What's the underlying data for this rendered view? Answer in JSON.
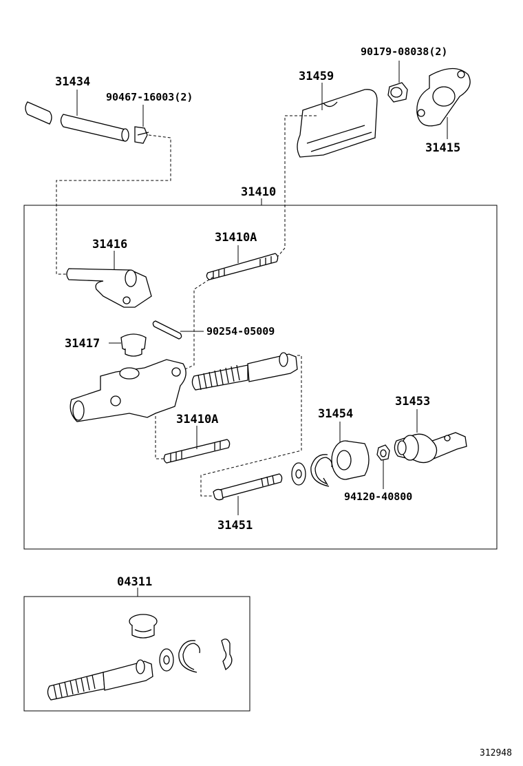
{
  "labels": {
    "p31434": "31434",
    "p90467": "90467-16003(2)",
    "p31459": "31459",
    "p90179": "90179-08038(2)",
    "p31415": "31415",
    "p31410": "31410",
    "p31416": "31416",
    "p31410A_top": "31410A",
    "p90254": "90254-05009",
    "p31417": "31417",
    "p31410A_mid": "31410A",
    "p31454": "31454",
    "p31453": "31453",
    "p94120": "94120-40800",
    "p31451": "31451",
    "p04311": "04311"
  },
  "document_id": "312948"
}
